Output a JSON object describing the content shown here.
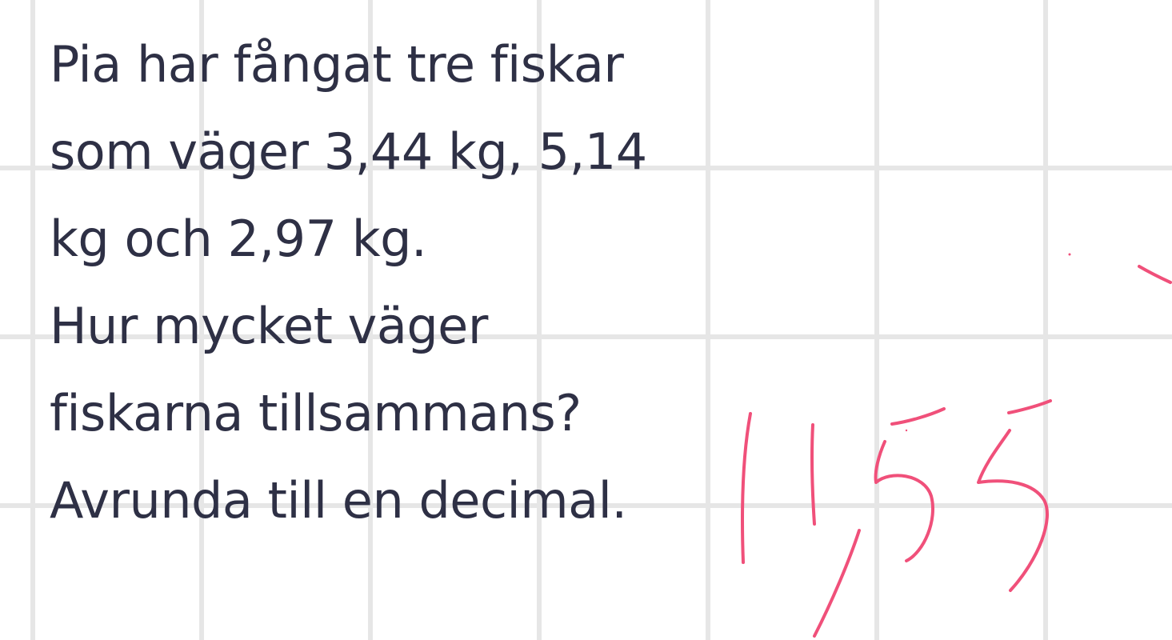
{
  "question": {
    "paragraph_1": "Pia har fångat tre fiskar\nsom väger 3,44 kg, 5,14\nkg och 2,97 kg.",
    "paragraph_2": "Hur mycket väger\nfiskarna tillsammans?\nAvrunda till en decimal."
  },
  "handwritten_answer": "11,55",
  "colors": {
    "text": "#2e3045",
    "grid": "#e6e6e6",
    "ink": "#f0507a",
    "background": "#ffffff"
  }
}
